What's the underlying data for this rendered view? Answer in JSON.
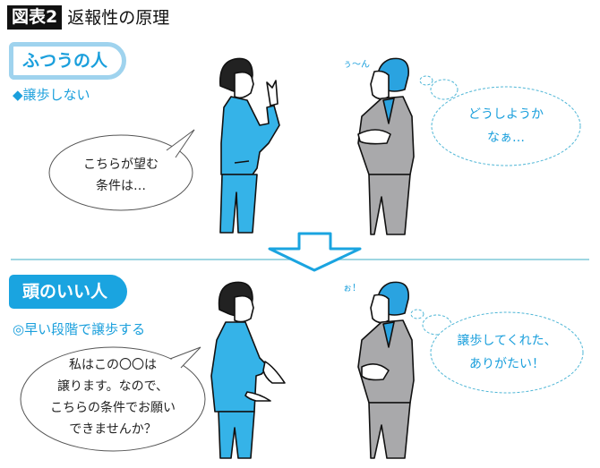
{
  "figure": {
    "badge": "図表2",
    "title": "返報性の原理"
  },
  "colors": {
    "accent_blue": "#1aa4e0",
    "light_blue": "#9fd3ee",
    "suit_blue": "#35b3e8",
    "suit_gray": "#a9a9ab",
    "text_dark": "#222222"
  },
  "panels": [
    {
      "label": "ふつうの人",
      "subtitle": "◆譲歩しない",
      "speech": {
        "lines": [
          "こちらが望む",
          "条件は…"
        ]
      },
      "thought": {
        "lines": [
          "どうしようか",
          "なぁ…"
        ]
      },
      "sfx": "ぅ〜ん"
    },
    {
      "label": "頭のいい人",
      "subtitle": "◎早い段階で譲歩する",
      "speech": {
        "lines": [
          "私はこの〇〇は",
          "譲ります。なので、",
          "こちらの条件でお願い",
          "できませんか？"
        ]
      },
      "thought": {
        "lines": [
          "譲歩してくれた、",
          "ありがたい！"
        ]
      },
      "sfx": "ぉ！"
    }
  ]
}
